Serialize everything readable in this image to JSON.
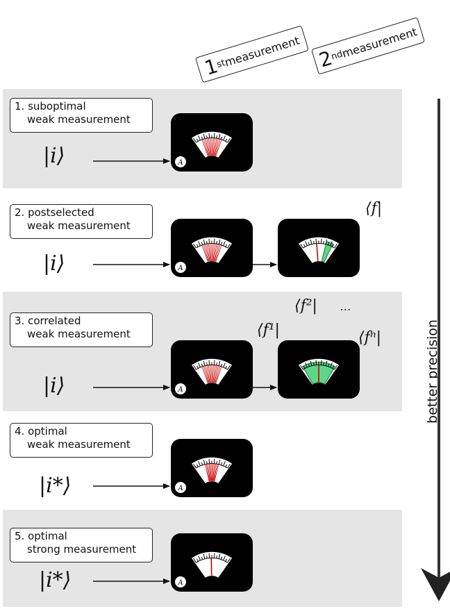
{
  "headers": {
    "first": {
      "num": "1",
      "sup": "st",
      "text": " measurement"
    },
    "second": {
      "num": "2",
      "sup": "nd",
      "text": " measurement"
    }
  },
  "side_label": "better precision",
  "meter_badge": "A",
  "panels": [
    {
      "label_line1": "1. suboptimal",
      "label_line2": "weak measurement",
      "ket": "|i⟩"
    },
    {
      "label_line1": "2. postselected",
      "label_line2": "weak measurement",
      "ket": "|i⟩",
      "bra": "⟨f|"
    },
    {
      "label_line1": "3. correlated",
      "label_line2": "weak measurement",
      "ket": "|i⟩",
      "bras": [
        "⟨f¹|",
        "⟨f²|",
        "⋯",
        "⟨fⁿ|"
      ]
    },
    {
      "label_line1": "4. optimal",
      "label_line2": "weak measurement",
      "ket": "|i*⟩"
    },
    {
      "label_line1": "5. optimal",
      "label_line2": "strong measurement",
      "ket": "|i*⟩"
    }
  ],
  "colors": {
    "panel": "#e5e5e5",
    "needle": "#cc0000",
    "highlight": "#5ed68a"
  }
}
